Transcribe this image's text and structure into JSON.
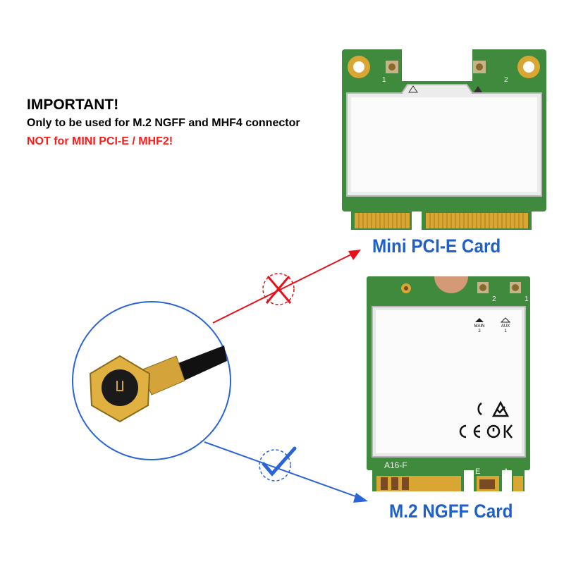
{
  "notice": {
    "heading": "IMPORTANT!",
    "line1": "Only to be used for M.2 NGFF and MHF4 connector",
    "line2": "NOT for MINI PCI-E / MHF2!"
  },
  "cards": {
    "mini_pcie": {
      "label": "Mini PCI-E Card",
      "port_1": "1",
      "port_2": "2",
      "status": "not-compatible"
    },
    "m2_ngff": {
      "label": "M.2 NGFF Card",
      "port_2": "2",
      "port_1": "1",
      "main": "MAIN",
      "main_num": "2",
      "aux": "AUX",
      "aux_num": "1",
      "model": "A16-F",
      "key_e": "E",
      "key_a": "A",
      "status": "compatible"
    }
  },
  "colors": {
    "label_blue": "#1f5fc8",
    "warning_red": "#ff1a1a",
    "board_green": "#3f8a3c",
    "gold": "#d9a634",
    "arrow_red": "#e8101a",
    "arrow_blue": "#2a64d6"
  },
  "icons": [
    "cross-icon",
    "check-icon",
    "arrow-icon"
  ]
}
